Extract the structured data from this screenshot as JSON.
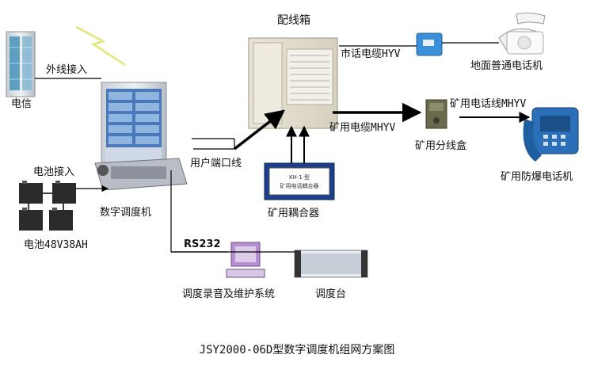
{
  "labels": {
    "telecom": "电信",
    "external_line_in": "外线接入",
    "distribution_box": "配线箱",
    "city_cable": "市话电缆HYV",
    "surface_phone": "地面普通电话机",
    "mine_phone_line": "矿用电话线MHYV",
    "mine_cable": "矿用电缆MHYV",
    "mine_junction_box": "矿用分线盒",
    "user_port_line": "用户端口线",
    "mine_explosion_proof_phone": "矿用防爆电话机",
    "battery_in": "电池接入",
    "digital_dispatcher": "数字调度机",
    "mine_coupler": "矿用耦合器",
    "battery_spec": "电池48V38AH",
    "rs232": "RS232",
    "recording_system": "调度录音及维护系统",
    "dispatch_console": "调度台"
  },
  "coupler_panel_text": "KH-1 型",
  "coupler_panel_sub": "矿用电话耦合器",
  "caption": "JSY2000-06D型数字调度机组网方案图",
  "colors": {
    "cabinet_blue": "#3b6fb8",
    "cabinet_gray": "#d9dde2",
    "line": "#000000",
    "phone_blue": "#1f6fb5",
    "lightning": "#e8e89a"
  }
}
